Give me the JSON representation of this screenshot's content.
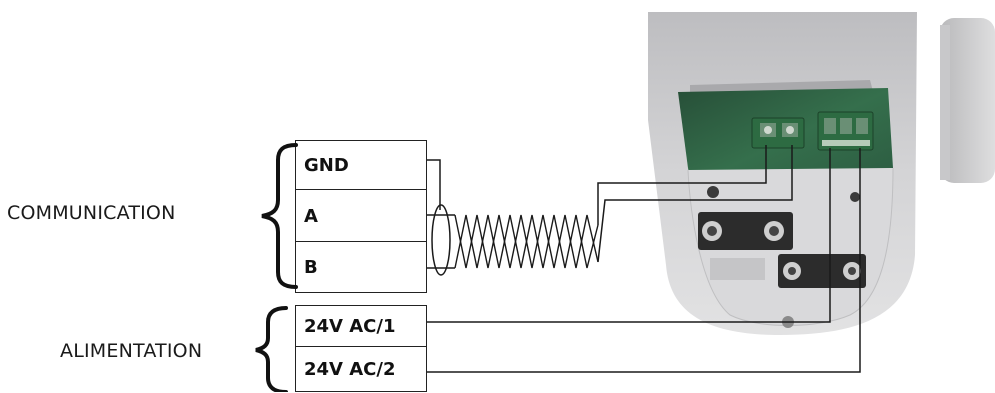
{
  "groups": {
    "communication": "COMMUNICATION",
    "power": "ALIMENTATION"
  },
  "terminals": [
    {
      "label": "GND"
    },
    {
      "label": "A"
    },
    {
      "label": "B"
    },
    {
      "label": "24V AC/1"
    },
    {
      "label": "24V AC/2"
    }
  ],
  "colors": {
    "wire": "#1a1a1a",
    "pcb": "#2f6a46",
    "housing": "#c9c9cb",
    "connector": "#2d6b42"
  }
}
